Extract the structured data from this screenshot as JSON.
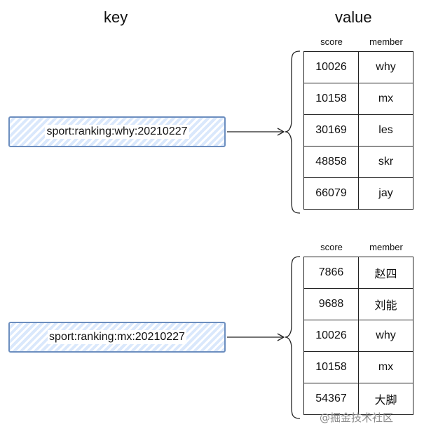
{
  "headings": {
    "key": "key",
    "value": "value"
  },
  "columns": {
    "score": "score",
    "member": "member"
  },
  "groups": [
    {
      "key": "sport:ranking:why:20210227",
      "rows": [
        {
          "score": "10026",
          "member": "why"
        },
        {
          "score": "10158",
          "member": "mx"
        },
        {
          "score": "30169",
          "member": "les"
        },
        {
          "score": "48858",
          "member": "skr"
        },
        {
          "score": "66079",
          "member": "jay"
        }
      ]
    },
    {
      "key": "sport:ranking:mx:20210227",
      "rows": [
        {
          "score": "7866",
          "member": "赵四"
        },
        {
          "score": "9688",
          "member": "刘能"
        },
        {
          "score": "10026",
          "member": "why"
        },
        {
          "score": "10158",
          "member": "mx"
        },
        {
          "score": "54367",
          "member": "大脚"
        }
      ]
    }
  ],
  "watermark": "@掘金技术社区"
}
